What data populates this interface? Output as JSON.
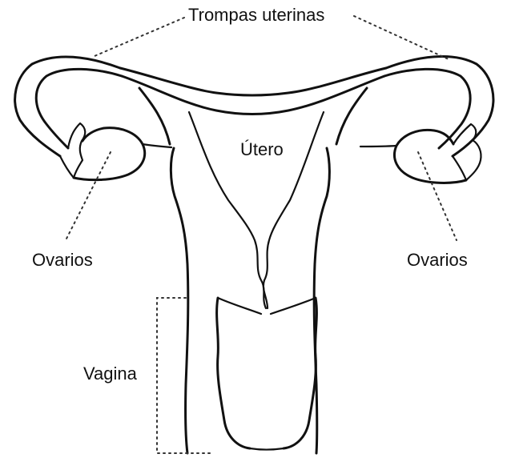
{
  "diagram": {
    "labels": {
      "fallopian_tubes": "Trompas uterinas",
      "uterus": "Útero",
      "ovary_left": "Ovarios",
      "ovary_right": "Ovarios",
      "vagina": "Vagina"
    },
    "colors": {
      "line": "#111111",
      "leader": "#333333",
      "background": "#ffffff"
    }
  }
}
